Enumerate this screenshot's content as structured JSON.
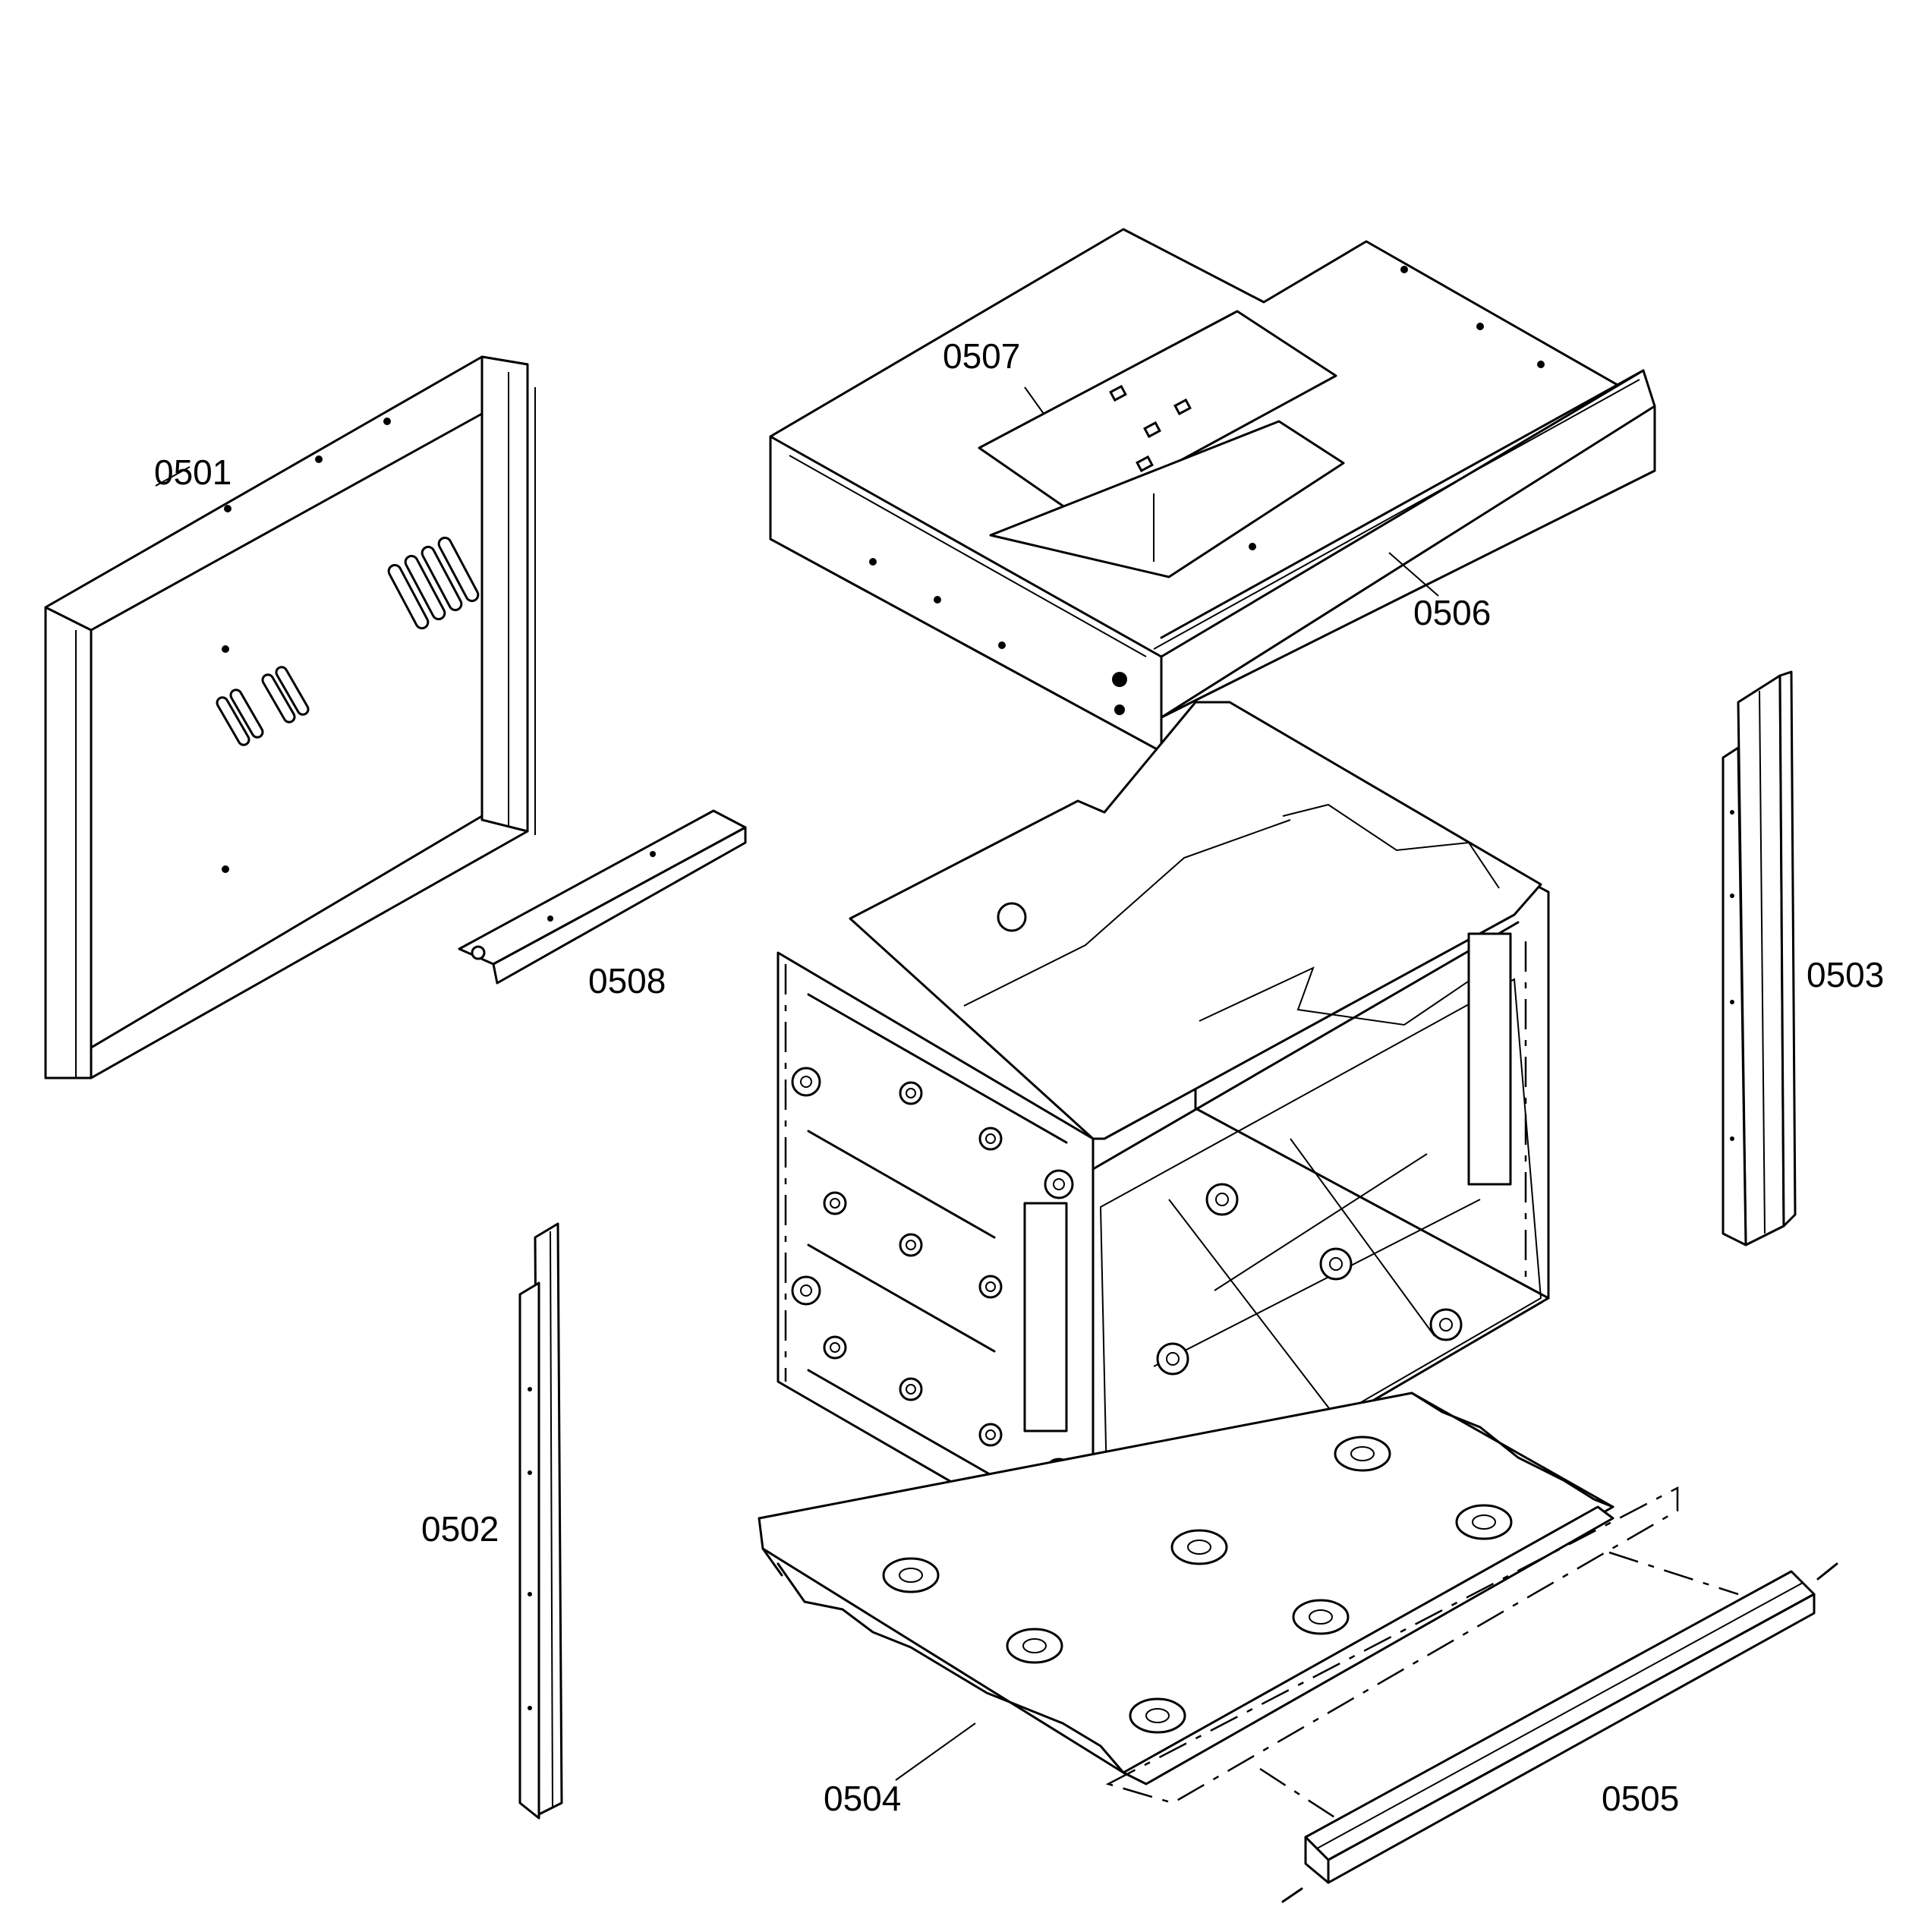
{
  "parts": {
    "p0501": "0501",
    "p0502": "0502",
    "p0503": "0503",
    "p0504": "0504",
    "p0505": "0505",
    "p0506": "0506",
    "p0507": "0507",
    "p0508": "0508"
  }
}
